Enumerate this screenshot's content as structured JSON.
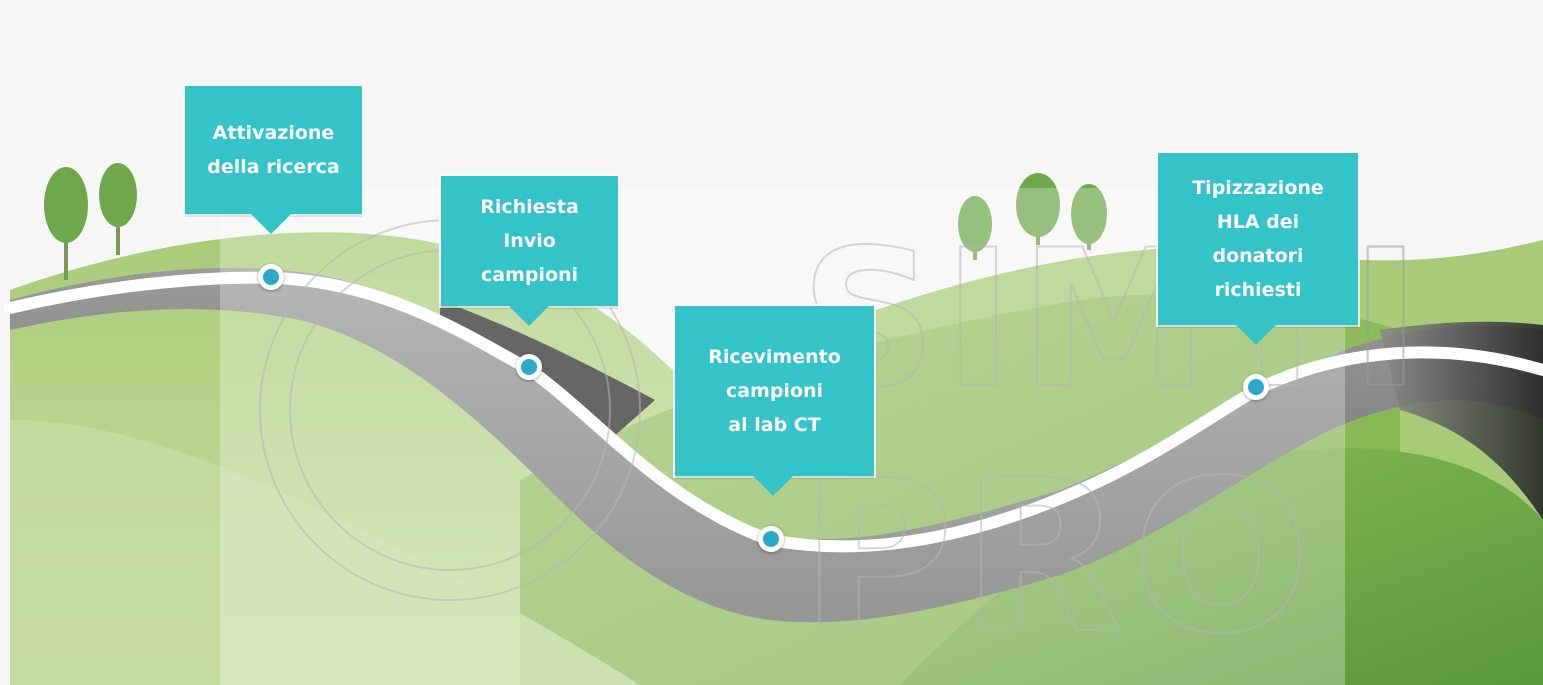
{
  "steps": [
    {
      "lines": [
        "Attivazione",
        "della ricerca"
      ]
    },
    {
      "lines": [
        "Richiesta",
        "Invio",
        "campioni"
      ]
    },
    {
      "lines": [
        "Ricevimento",
        "campioni",
        "al lab CT"
      ]
    },
    {
      "lines": [
        "Tipizzazione",
        "HLA dei",
        "donatori",
        "richiesti"
      ]
    }
  ],
  "watermark": {
    "line1": "SIMTI",
    "line2": "PRO"
  },
  "colors": {
    "callout": "#34c3c8",
    "pin": "#29a9cc",
    "hill_light": "#b8d48c",
    "hill_mid": "#8fbf5c",
    "hill_dark": "#5f9e3c",
    "road": "#8a8a8a",
    "road_edge": "#3a3a3a",
    "sky": "#f6f6f6"
  }
}
